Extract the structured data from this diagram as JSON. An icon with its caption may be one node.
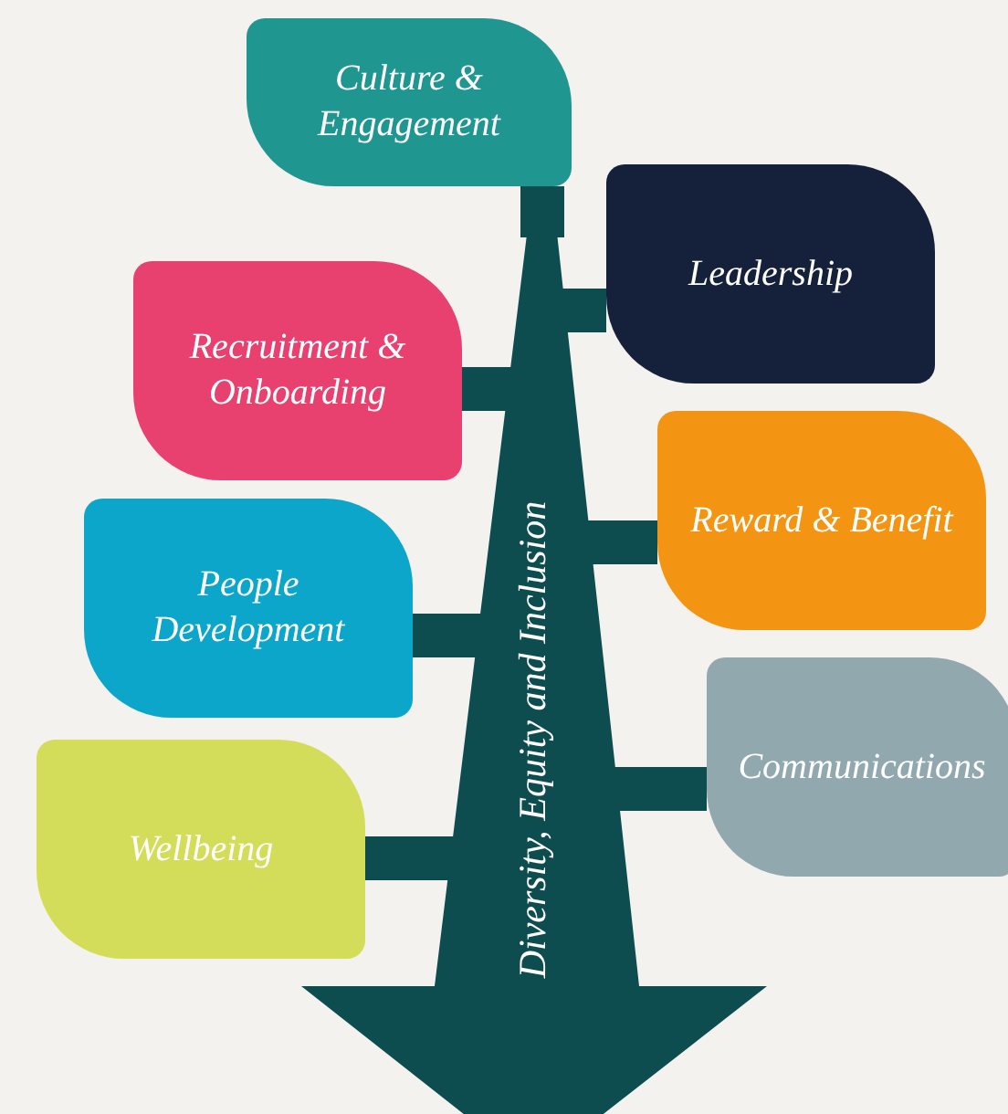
{
  "diagram": {
    "nodes": [
      {
        "text": [
          "Culture & Engagement"
        ]
      },
      {
        "text": [
          "Leadership"
        ]
      },
      {
        "text": [
          "Recruitment & Onboarding"
        ]
      },
      {
        "text": [
          "Reward & Benefit"
        ]
      },
      {
        "text": [
          "People Development"
        ]
      },
      {
        "text": [
          "Communications"
        ]
      },
      {
        "text": [
          "Wellbeing"
        ]
      },
      {
        "text": [
          "Diversity, Equity and Inclusion"
        ]
      }
    ],
    "edges": [
      {
        "from": 7,
        "to": 0,
        "arrow": "none"
      },
      {
        "from": 7,
        "to": 1,
        "arrow": "none"
      },
      {
        "from": 7,
        "to": 2,
        "arrow": "none"
      },
      {
        "from": 7,
        "to": 3,
        "arrow": "none"
      },
      {
        "from": 7,
        "to": 4,
        "arrow": "none"
      },
      {
        "from": 7,
        "to": 5,
        "arrow": "none"
      },
      {
        "from": 7,
        "to": 6,
        "arrow": "none"
      }
    ]
  }
}
